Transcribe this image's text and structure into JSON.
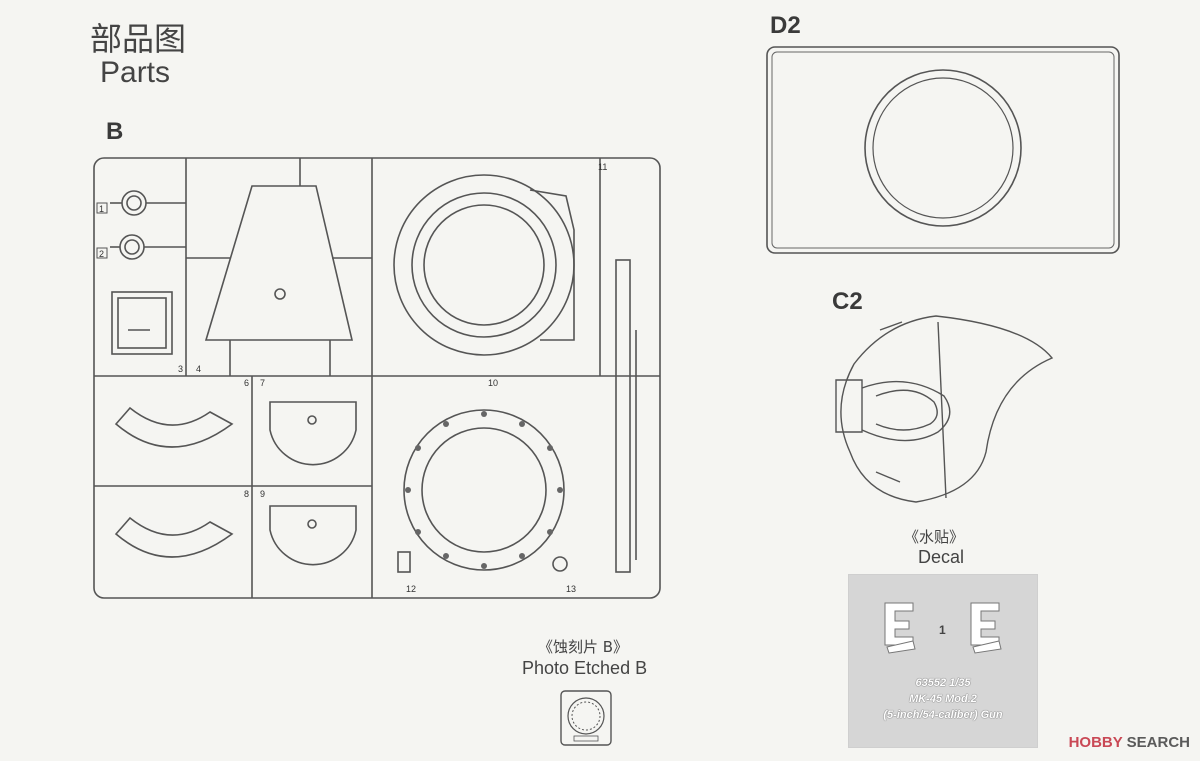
{
  "header": {
    "title_cn": "部品图",
    "title_en": "Parts"
  },
  "sprue_b": {
    "label": "B",
    "part_numbers": [
      "1",
      "2",
      "3",
      "4",
      "6",
      "7",
      "8",
      "9",
      "10",
      "11",
      "12",
      "13"
    ]
  },
  "part_d2": {
    "label": "D2"
  },
  "part_c2": {
    "label": "C2"
  },
  "decal": {
    "caption_cn": "《水贴》",
    "caption_en": "Decal",
    "number": "1",
    "code": "63552 1/35",
    "model": "MK-45 Mod.2",
    "description": "(5-inch/54-caliber) Gun"
  },
  "photo_etched": {
    "caption_cn": "《蚀刻片 B》",
    "caption_en": "Photo Etched B"
  },
  "watermark": {
    "brand": "HOBBY",
    "suffix": " SEARCH"
  }
}
